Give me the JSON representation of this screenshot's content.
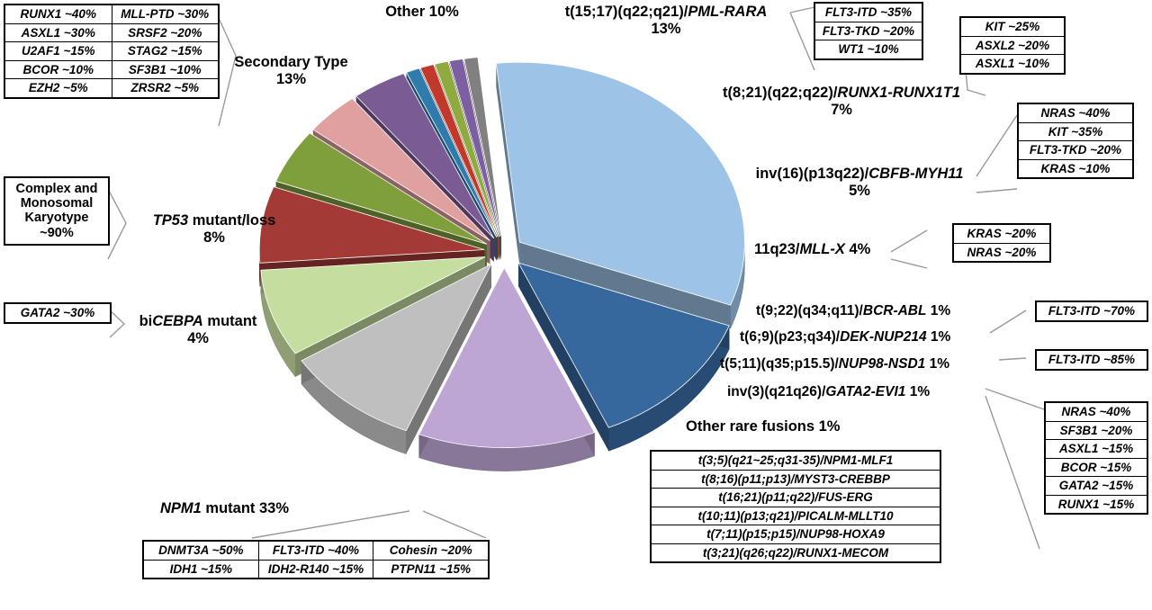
{
  "figure": {
    "title": "AML genetic subtype distribution with co-occurring mutation frequencies",
    "type": "3d-exploded-pie"
  },
  "chart_data": {
    "type": "pie",
    "title": "AML genetic subtypes",
    "xlabel": "",
    "ylabel": "",
    "categories": [
      "NPM1 mutant",
      "t(15;17)(q22;q21)/PML-RARA",
      "Secondary Type",
      "Other",
      "TP53 mutant/loss",
      "t(8;21)(q22;q22)/RUNX1-RUNX1T1",
      "inv(16)(p13q22)/CBFB-MYH11",
      "biCEBPA mutant",
      "11q23/MLL-X",
      "t(9;22)(q34;q11)/BCR-ABL",
      "t(6;9)(p23;q34)/DEK-NUP214",
      "t(5;11)(q35;p15.5)/NUP98-NSD1",
      "inv(3)(q21q26)/GATA2-EVI1",
      "Other rare fusions"
    ],
    "values": [
      33,
      13,
      13,
      10,
      8,
      7,
      5,
      4,
      4,
      1,
      1,
      1,
      1,
      1
    ],
    "unit": "%",
    "colors": [
      "#9dc3e6",
      "#36689e",
      "#bda5d4",
      "#bfbfbf",
      "#c5deA0",
      "#a33a35",
      "#7f9e3c",
      "#e0a0a0",
      "#7a5b93",
      "#2f7bab",
      "#c0392b",
      "#8faa3f",
      "#7b5fa0",
      "#808080"
    ],
    "legend": "labels-outside",
    "grid": false
  },
  "slices": [
    {
      "name": "other",
      "label_main": "Other",
      "pct": "10%",
      "gene": ""
    },
    {
      "name": "pml-rara",
      "label_main": "t(15;17)(q22;q21)/",
      "gene": "PML-RARA",
      "pct": "13%"
    },
    {
      "name": "runx1-runx1t1",
      "label_main": "t(8;21)(q22;q22)/",
      "gene": "RUNX1-RUNX1T1",
      "pct": "7%"
    },
    {
      "name": "cbfb-myh11",
      "label_main": "inv(16)(p13q22)/",
      "gene": "CBFB-MYH11",
      "pct": "5%"
    },
    {
      "name": "mll-x",
      "label_main": "11q23/",
      "gene": "MLL-X",
      "pct": "4%"
    },
    {
      "name": "bcr-abl",
      "label_main": "t(9;22)(q34;q11)/",
      "gene": "BCR-ABL",
      "pct": "1%"
    },
    {
      "name": "dek-nup214",
      "label_main": "t(6;9)(p23;q34)/",
      "gene": "DEK-NUP214",
      "pct": "1%"
    },
    {
      "name": "nup98-nsd1",
      "label_main": "t(5;11)(q35;p15.5)/",
      "gene": "NUP98-NSD1",
      "pct": "1%"
    },
    {
      "name": "gata2-evi1",
      "label_main": "inv(3)(q21q26)/",
      "gene": "GATA2-EVI1",
      "pct": "1%"
    },
    {
      "name": "other-rare",
      "label_main": "Other rare fusions",
      "gene": "",
      "pct": "1%"
    },
    {
      "name": "npm1",
      "label_main": "",
      "gene": "NPM1",
      "suffix": " mutant",
      "pct": "33%"
    },
    {
      "name": "bicebpa",
      "label_main": "bi",
      "gene": "CEBPA",
      "suffix": " mutant",
      "pct": "4%"
    },
    {
      "name": "tp53",
      "label_main": "",
      "gene": "TP53",
      "suffix": " mutant/loss",
      "pct": "8%"
    },
    {
      "name": "secondary",
      "label_main": "Secondary Type",
      "gene": "",
      "pct": "13%"
    }
  ],
  "labels": {
    "other": {
      "line1": "Other 10%"
    },
    "pml_rara": {
      "line1_a": "t(15;17)(q22;q21)/",
      "line1_gene": "PML-RARA",
      "line2": "13%"
    },
    "runx1_runx1t1": {
      "line1_a": "t(8;21)(q22;q22)/",
      "line1_gene": "RUNX1-RUNX1T1",
      "line2": "7%"
    },
    "cbfb_myh11": {
      "line1_a": "inv(16)(p13q22)/",
      "line1_gene": "CBFB-MYH11",
      "line2": "5%"
    },
    "mll_x": {
      "line1_a": "11q23/",
      "line1_gene": "MLL-X",
      "line1_b": "  4%"
    },
    "bcr_abl": {
      "line1_a": "t(9;22)(q34;q11)/",
      "line1_gene": "BCR-ABL",
      "line1_b": "  1%"
    },
    "dek_nup214": {
      "line1_a": "t(6;9)(p23;q34)/",
      "line1_gene": "DEK-NUP214",
      "line1_b": " 1%"
    },
    "nup98_nsd1": {
      "line1_a": "t(5;11)(q35;p15.5)/",
      "line1_gene": "NUP98-NSD1",
      "line1_b": "  1%"
    },
    "gata2_evi1": {
      "line1_a": "inv(3)(q21q26)/",
      "line1_gene": "GATA2-EVI1",
      "line1_b": "  1%"
    },
    "other_rare": {
      "line1": "Other rare fusions  1%"
    },
    "npm1": {
      "line1_gene": "NPM1",
      "line1_b": " mutant  33%"
    },
    "bicebpa": {
      "line1_a": "bi",
      "line1_gene": "CEBPA",
      "line1_b": " mutant",
      "line2": "4%"
    },
    "tp53": {
      "line1_gene": "TP53",
      "line1_b": " mutant/loss",
      "line2": "8%"
    },
    "secondary": {
      "line1": "Secondary Type",
      "line2": "13%"
    }
  },
  "annotations": {
    "secondary_type": {
      "name": "secondary-type-mutations",
      "rows": [
        [
          "RUNX1 ~40%",
          "MLL-PTD ~30%"
        ],
        [
          "ASXL1  ~30%",
          "SRSF2  ~20%"
        ],
        [
          "U2AF1 ~15%",
          "STAG2  ~15%"
        ],
        [
          "BCOR  ~10%",
          "SF3B1  ~10%"
        ],
        [
          "EZH2  ~5%",
          "ZRSR2  ~5%"
        ]
      ]
    },
    "tp53": {
      "name": "tp53-karyotype",
      "text": "Complex and Monosomal Karyotype ~90%",
      "lines": [
        "Complex and",
        "Monosomal",
        "Karyotype",
        "~90%"
      ]
    },
    "bicebpa": {
      "name": "bicebpa-mutations",
      "rows": [
        [
          "GATA2 ~30%"
        ]
      ]
    },
    "pml_rara": {
      "name": "pml-rara-mutations",
      "rows": [
        [
          "FLT3-ITD ~35%"
        ],
        [
          "FLT3-TKD ~20%"
        ],
        [
          "WT1 ~10%"
        ]
      ]
    },
    "runx1_runx1t1": {
      "name": "runx1-runx1t1-mutations",
      "rows": [
        [
          "KIT   ~25%"
        ],
        [
          "ASXL2 ~20%"
        ],
        [
          "ASXL1 ~10%"
        ]
      ]
    },
    "cbfb_myh11": {
      "name": "cbfb-myh11-mutations",
      "rows": [
        [
          "NRAS ~40%"
        ],
        [
          "KIT  ~35%"
        ],
        [
          "FLT3-TKD ~20%"
        ],
        [
          "KRAS  ~10%"
        ]
      ]
    },
    "mll_x": {
      "name": "mll-x-mutations",
      "rows": [
        [
          "KRAS  ~20%"
        ],
        [
          "NRAS  ~20%"
        ]
      ]
    },
    "dek_nup214": {
      "name": "dek-nup214-mutations",
      "rows": [
        [
          "FLT3-ITD ~70%"
        ]
      ]
    },
    "nup98_nsd1": {
      "name": "nup98-nsd1-mutations",
      "rows": [
        [
          "FLT3-ITD ~85%"
        ]
      ]
    },
    "gata2_evi1": {
      "name": "gata2-evi1-mutations",
      "rows": [
        [
          "NRAS  ~40%"
        ],
        [
          "SF3B1  ~20%"
        ],
        [
          "ASXL1 ~15%"
        ],
        [
          "BCOR ~15%"
        ],
        [
          "GATA2 ~15%"
        ],
        [
          "RUNX1 ~15%"
        ]
      ]
    },
    "npm1": {
      "name": "npm1-mutations",
      "rows": [
        [
          "DNMT3A ~50%",
          "FLT3-ITD ~40%",
          "Cohesin  ~20%"
        ],
        [
          "IDH1  ~15%",
          "IDH2-R140  ~15%",
          "PTPN11  ~15%"
        ]
      ]
    },
    "other_rare_fusions": {
      "name": "other-rare-fusions-list",
      "rows": [
        [
          "t(3;5)(q21~25;q31-35)/NPM1-MLF1"
        ],
        [
          "t(8;16)(p11;p13)/MYST3-CREBBP"
        ],
        [
          "t(16;21)(p11;q22)/FUS-ERG"
        ],
        [
          "t(10;11)(p13;q21)/PICALM-MLLT10"
        ],
        [
          "t(7;11)(p15;p15)/NUP98-HOXA9"
        ],
        [
          "t(3;21)(q26;q22)/RUNX1-MECOM"
        ]
      ]
    }
  }
}
